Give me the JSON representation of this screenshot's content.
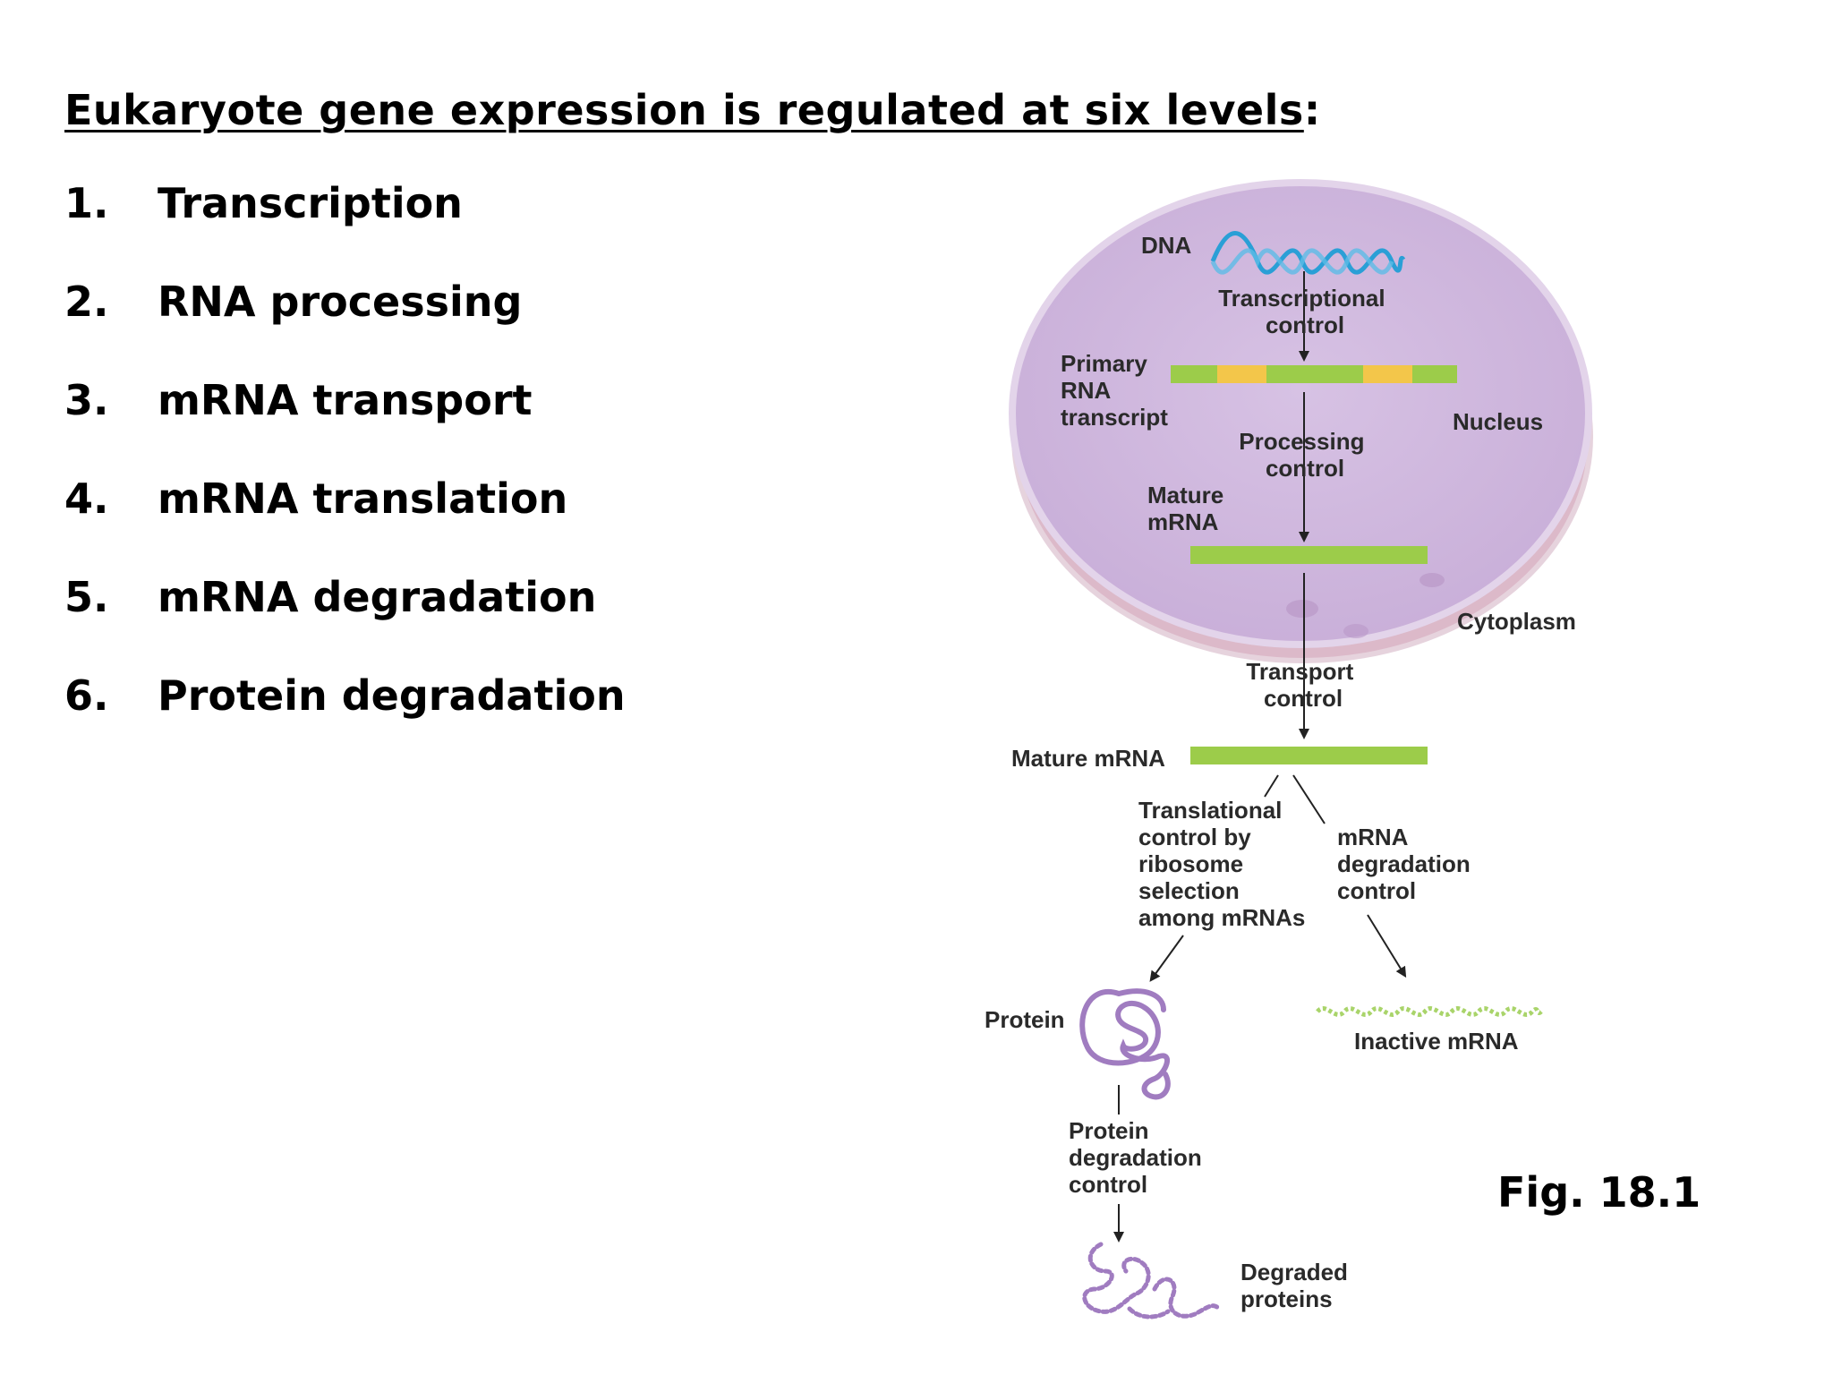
{
  "title": {
    "text": "Eukaryote gene expression is regulated at six levels",
    "suffix": ":"
  },
  "levels": [
    {
      "num": "1.",
      "label": "Transcription"
    },
    {
      "num": "2.",
      "label": "RNA processing"
    },
    {
      "num": "3.",
      "label": "mRNA transport"
    },
    {
      "num": "4.",
      "label": "mRNA translation"
    },
    {
      "num": "5.",
      "label": "mRNA degradation"
    },
    {
      "num": "6.",
      "label": "Protein degradation"
    }
  ],
  "diagram": {
    "dna": "DNA",
    "transcriptional_control": [
      "Transcriptional",
      "control"
    ],
    "primary_rna_transcript": [
      "Primary",
      "RNA",
      "transcript"
    ],
    "nucleus": "Nucleus",
    "processing_control": [
      "Processing",
      "control"
    ],
    "mature_mrna_nucleus": [
      "Mature",
      "mRNA"
    ],
    "cytoplasm": "Cytoplasm",
    "transport_control": [
      "Transport",
      "control"
    ],
    "mature_mrna_cytoplasm": "Mature mRNA",
    "translational_control": [
      "Translational",
      "control by",
      "ribosome",
      "selection",
      "among mRNAs"
    ],
    "mrna_degradation_control": [
      "mRNA",
      "degradation",
      "control"
    ],
    "protein": "Protein",
    "inactive_mrna": "Inactive mRNA",
    "protein_degradation_control": [
      "Protein",
      "degradation",
      "control"
    ],
    "degraded_proteins": [
      "Degraded",
      "proteins"
    ]
  },
  "figure_label": "Fig. 18.1",
  "colors": {
    "nucleus_fill": "#cdb3dc",
    "nucleus_rim": "#d9b9c8",
    "dna": "#2a9fd6",
    "mrna_green": "#9ccc4a",
    "exon_yellow": "#f3c64a",
    "protein_purple": "#a07cc0"
  }
}
